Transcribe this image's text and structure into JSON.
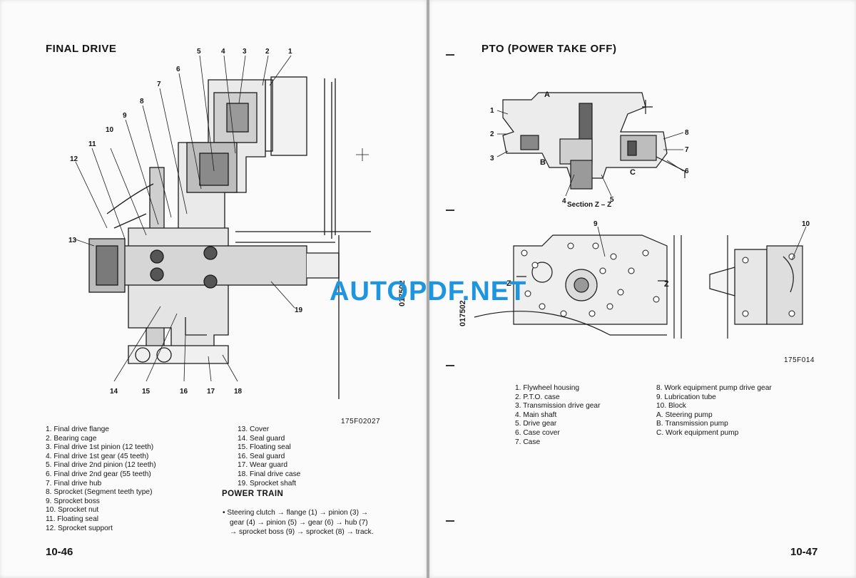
{
  "left_page": {
    "title": "FINAL DRIVE",
    "figure_code": "175F02027",
    "side_code": "017502",
    "parts": [
      "1. Final drive flange",
      "2. Bearing cage",
      "3. Final drive 1st pinion (12 teeth)",
      "4. Final drive 1st gear (45 teeth)",
      "5. Final drive 2nd pinion (12 teeth)",
      "6. Final drive 2nd gear (55 teeth)",
      "7. Final drive hub",
      "8. Sprocket (Segment teeth type)",
      "9. Sprocket boss",
      "10. Sprocket nut",
      "11. Floating seal",
      "12. Sprocket support",
      "13. Cover",
      "14. Seal guard",
      "15. Floating seal",
      "16. Seal guard",
      "17. Wear guard",
      "18. Final drive case",
      "19. Sprocket shaft"
    ],
    "power_train_title": "POWER TRAIN",
    "power_train_line1": "• Steering clutch → flange (1) → pinion (3) →",
    "power_train_line2": "gear (4) → pinion (5) → gear (6) → hub (7)",
    "power_train_line3": "→ sprocket boss (9) → sprocket (8) → track.",
    "page_number": "10-46",
    "callouts": [
      "1",
      "2",
      "3",
      "4",
      "5",
      "6",
      "7",
      "8",
      "9",
      "10",
      "11",
      "12",
      "13",
      "14",
      "15",
      "16",
      "17",
      "18",
      "19"
    ]
  },
  "right_page": {
    "title": "PTO (POWER TAKE OFF)",
    "section_label": "Section Z – Z",
    "figure_code": "175F014",
    "side_code": "017502",
    "parts": [
      "1. Flywheel housing",
      "2. P.T.O. case",
      "3. Transmission drive gear",
      "4. Main shaft",
      "5. Drive gear",
      "6. Case cover",
      "7. Case",
      "8. Work equipment pump drive gear",
      "9. Lubrication tube",
      "10. Block",
      "A. Steering pump",
      "B. Transmission pump",
      "C. Work equipment pump"
    ],
    "markers": [
      "A",
      "B",
      "C",
      "Z",
      "Z"
    ],
    "page_number": "10-47",
    "callouts": [
      "1",
      "2",
      "3",
      "4",
      "5",
      "6",
      "7",
      "8",
      "9",
      "10"
    ]
  },
  "watermark": "AUTOPDF.NET"
}
